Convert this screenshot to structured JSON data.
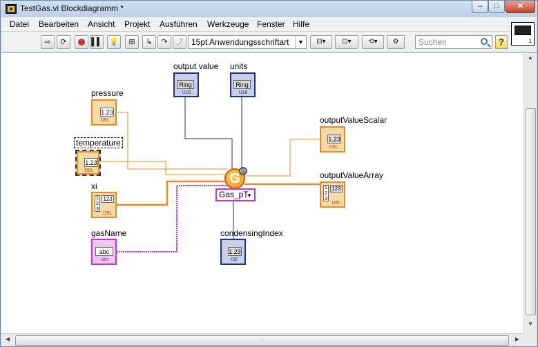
{
  "window": {
    "title": "TestGas.vi Blockdiagramm *",
    "controls": {
      "minimize": "–",
      "maximize": "□",
      "close": "✕"
    }
  },
  "menu": [
    "Datei",
    "Bearbeiten",
    "Ansicht",
    "Projekt",
    "Ausführen",
    "Werkzeuge",
    "Fenster",
    "Hilfe"
  ],
  "toolbar": {
    "font": "15pt Anwendungsschriftart",
    "search_placeholder": "Suchen",
    "help": "?",
    "buttons": [
      "run-icon",
      "run-continuous-icon",
      "abort-icon",
      "pause-icon",
      "highlight-execution-icon",
      "retain-wire-values-icon",
      "step-into-icon",
      "step-over-icon",
      "step-out-icon",
      "align-icon",
      "distribute-icon",
      "reorder-icon",
      "clean-diagram-icon"
    ]
  },
  "vi_icon": {
    "label": "1"
  },
  "diagram": {
    "nodes": {
      "output_value": {
        "label": "output value",
        "inner": "Ring",
        "tag": "U16"
      },
      "units": {
        "label": "units",
        "inner": "Ring",
        "tag": "U16"
      },
      "pressure": {
        "label": "pressure",
        "inner": "1.23",
        "tag": "DBL"
      },
      "temperature": {
        "label": "temperature",
        "inner": "1.23",
        "tag": "DBL"
      },
      "xi": {
        "label": "xi",
        "inner": "123",
        "tag": "DBL"
      },
      "gasName": {
        "label": "gasName",
        "inner": "abc",
        "tag": "abc"
      },
      "outputValueScalar": {
        "label": "outputValueScalar",
        "inner": "1.23",
        "tag": "DBL"
      },
      "outputValueArray": {
        "label": "outputValueArray",
        "inner": "123",
        "tag": "DBL"
      },
      "condensingIndex": {
        "label": "condensingIndex",
        "inner": "1.23",
        "tag": "I32"
      }
    },
    "polymorphic_vi": {
      "letter": "G",
      "badge": "GT"
    },
    "selector": {
      "value": "Gas_pT"
    }
  },
  "colors": {
    "dbl": "#e98c1f",
    "string": "#cc33cc",
    "int": "#1b2f8f",
    "u16": "#1b2f8f"
  }
}
